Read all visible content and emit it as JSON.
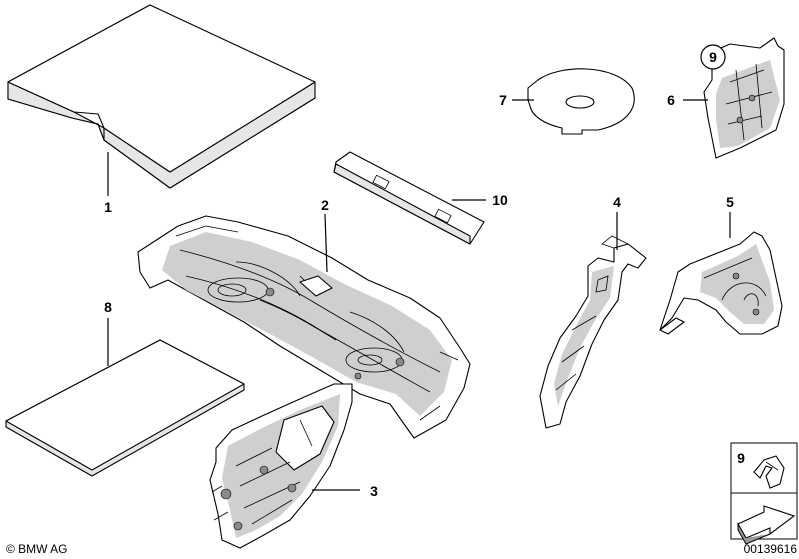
{
  "callouts": {
    "c1": "1",
    "c2": "2",
    "c3": "3",
    "c4": "4",
    "c5": "5",
    "c6": "6",
    "c7": "7",
    "c8": "8",
    "c9": "9",
    "c10": "10"
  },
  "legend": {
    "item_number": "9"
  },
  "footer": {
    "copyright": "© BMW AG",
    "diagram_id": "00139616"
  }
}
